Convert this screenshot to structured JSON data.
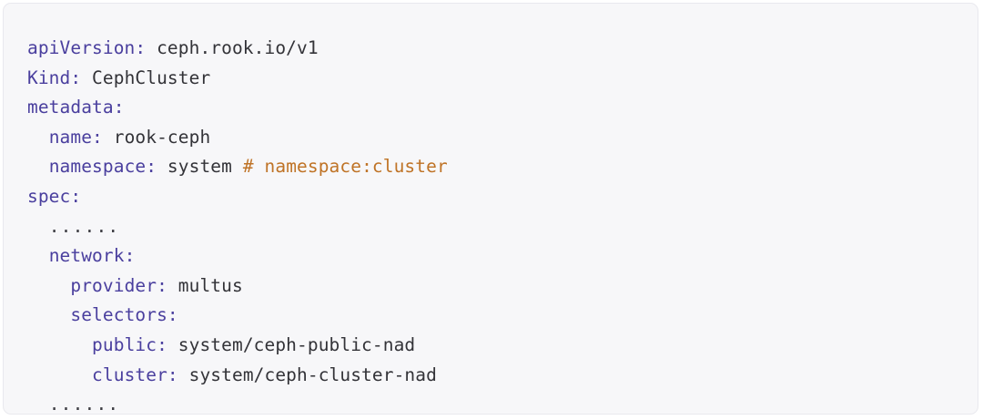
{
  "card": {
    "background_color": "#f7f7f9",
    "border_color": "#e9e9ee",
    "page_background": "#ffffff"
  },
  "theme": {
    "key_color": "#4a3f9e",
    "value_color": "#333338",
    "comment_color": "#bf7326",
    "ellipsis_color": "#3c3c42"
  },
  "code": {
    "language": "yaml",
    "lines": [
      {
        "id": "line-apiversion",
        "indent": "",
        "key": "apiVersion:",
        "value": " ceph.rook.io/v1",
        "comment": ""
      },
      {
        "id": "line-kind",
        "indent": "",
        "key": "Kind:",
        "value": " CephCluster",
        "comment": ""
      },
      {
        "id": "line-metadata",
        "indent": "",
        "key": "metadata:",
        "value": "",
        "comment": ""
      },
      {
        "id": "line-name",
        "indent": "  ",
        "key": "name:",
        "value": " rook-ceph",
        "comment": ""
      },
      {
        "id": "line-namespace",
        "indent": "  ",
        "key": "namespace:",
        "value": " system ",
        "comment": "# namespace:cluster"
      },
      {
        "id": "line-spec",
        "indent": "",
        "key": "spec:",
        "value": "",
        "comment": ""
      },
      {
        "id": "line-ellipsis-1",
        "indent": "  ",
        "key": "",
        "value": "",
        "comment": "",
        "ellipsis": "......"
      },
      {
        "id": "line-network",
        "indent": "  ",
        "key": "network:",
        "value": "",
        "comment": ""
      },
      {
        "id": "line-provider",
        "indent": "    ",
        "key": "provider:",
        "value": " multus",
        "comment": ""
      },
      {
        "id": "line-selectors",
        "indent": "    ",
        "key": "selectors:",
        "value": "",
        "comment": ""
      },
      {
        "id": "line-public",
        "indent": "      ",
        "key": "public:",
        "value": " system/ceph-public-nad",
        "comment": ""
      },
      {
        "id": "line-cluster",
        "indent": "      ",
        "key": "cluster:",
        "value": " system/ceph-cluster-nad",
        "comment": ""
      },
      {
        "id": "line-ellipsis-2",
        "indent": "  ",
        "key": "",
        "value": "",
        "comment": "",
        "ellipsis": "......"
      }
    ]
  }
}
